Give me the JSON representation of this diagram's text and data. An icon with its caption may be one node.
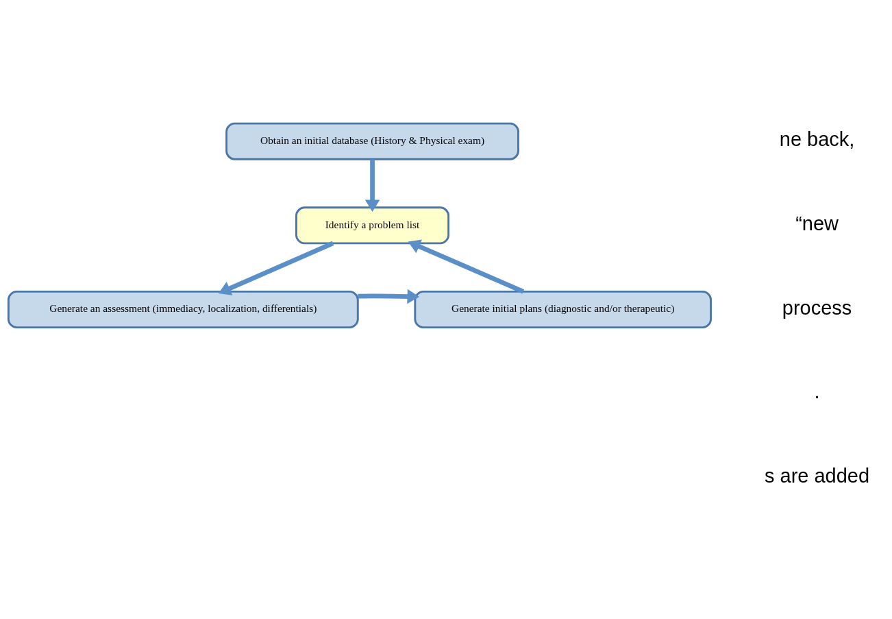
{
  "diagram": {
    "nodes": [
      {
        "text": [
          "Obtain an initial database (History & Physical exam)"
        ]
      },
      {
        "text": [
          "Identify a problem list"
        ]
      },
      {
        "text": [
          "Generate an assessment (immediacy, localization, differentials)"
        ]
      },
      {
        "text": [
          "Generate initial plans (diagnostic and/or therapeutic)"
        ]
      }
    ],
    "edges": [
      {
        "from": 0,
        "to": 1,
        "arrow": "to"
      },
      {
        "from": 1,
        "to": 2,
        "arrow": "to"
      },
      {
        "from": 2,
        "to": 3,
        "arrow": "to"
      },
      {
        "from": 3,
        "to": 1,
        "arrow": "to"
      }
    ],
    "labels": [
      "ne back,",
      "“new",
      "process",
      ".",
      "s are added"
    ]
  }
}
